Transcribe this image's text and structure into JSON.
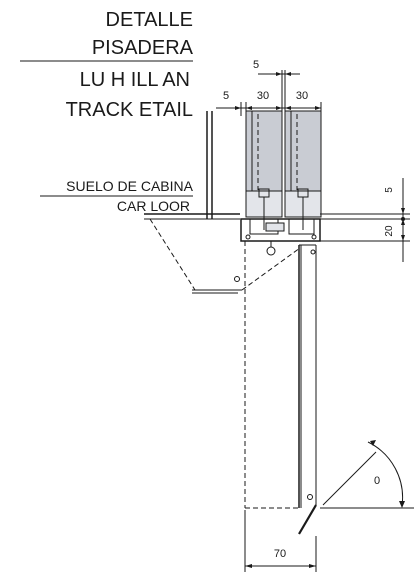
{
  "title": {
    "line1": "DETALLE",
    "line2": "PISADERA",
    "line3": "LU H  ILL AN",
    "line4": "TRACK  ETAIL"
  },
  "floor_label": {
    "es": "SUELO DE CABINA",
    "en": "CAR  LOOR"
  },
  "dimensions": {
    "top_gap": "5",
    "left_gap": "5",
    "track_a": "30",
    "track_b": "30",
    "vertical_top": "5",
    "vertical_sill": "20",
    "angle": "0",
    "bottom_width": "70"
  }
}
